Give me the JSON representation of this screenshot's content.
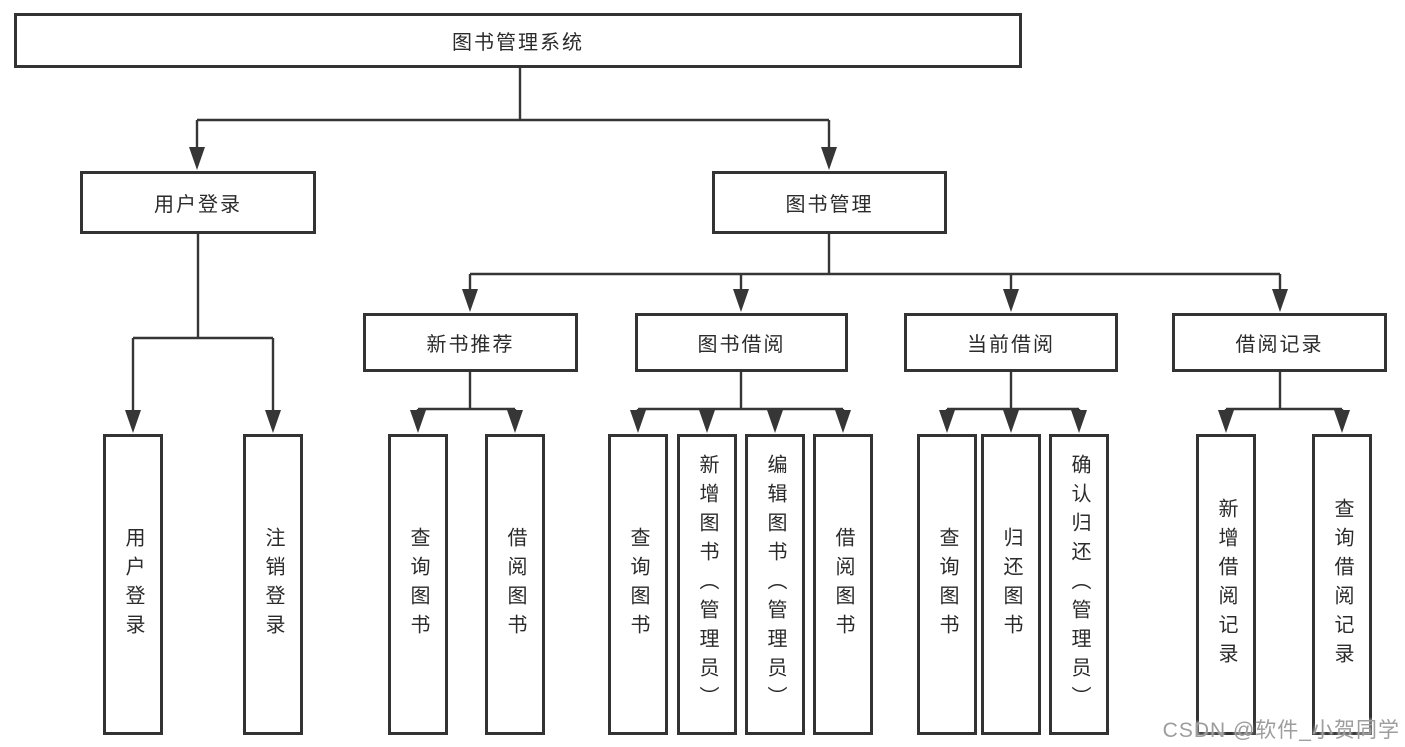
{
  "title": "图书管理系统",
  "watermark": "CSDN @软件_小贺同学",
  "colors": {
    "line": "#363636",
    "box_border": "#333333",
    "text": "#2b2b2b",
    "background": "#ffffff",
    "watermark": "#9d9d9d"
  },
  "tree": {
    "root": {
      "label": "图书管理系统"
    },
    "branches": [
      {
        "label": "用户登录",
        "children": [
          {
            "label": "用户登录"
          },
          {
            "label": "注销登录"
          }
        ]
      },
      {
        "label": "图书管理",
        "children": [
          {
            "label": "新书推荐",
            "children": [
              {
                "label": "查询图书"
              },
              {
                "label": "借阅图书"
              }
            ]
          },
          {
            "label": "图书借阅",
            "children": [
              {
                "label": "查询图书"
              },
              {
                "label": "新增图书（管理员）"
              },
              {
                "label": "编辑图书（管理员）"
              },
              {
                "label": "借阅图书"
              }
            ]
          },
          {
            "label": "当前借阅",
            "children": [
              {
                "label": "查询图书"
              },
              {
                "label": "归还图书"
              },
              {
                "label": "确认归还（管理员）"
              }
            ]
          },
          {
            "label": "借阅记录",
            "children": [
              {
                "label": "新增借阅记录"
              },
              {
                "label": "查询借阅记录"
              }
            ]
          }
        ]
      }
    ]
  }
}
